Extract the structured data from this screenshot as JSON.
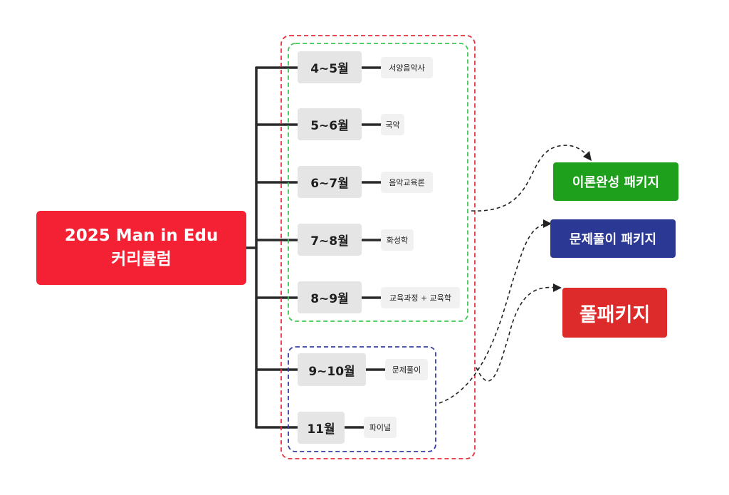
{
  "root": {
    "line1": "2025 Man in Edu",
    "line2": "커리큘럼"
  },
  "months": [
    {
      "label": "4~5월",
      "topic": "서양음악사"
    },
    {
      "label": "5~6월",
      "topic": "국악"
    },
    {
      "label": "6~7월",
      "topic": "음악교육론"
    },
    {
      "label": "7~8월",
      "topic": "화성학"
    },
    {
      "label": "8~9월",
      "topic": "교육과정 + 교육학"
    },
    {
      "label": "9~10월",
      "topic": "문제풀이"
    },
    {
      "label": "11월",
      "topic": "파이널"
    }
  ],
  "packages": [
    {
      "label": "이론완성 패키지",
      "color": "#1fa01c"
    },
    {
      "label": "문제풀이 패키지",
      "color": "#2b3994"
    },
    {
      "label": "풀패키지",
      "color": "#dd2b2b"
    }
  ],
  "colors": {
    "connector": "#2a2a2a",
    "outer_frame": "#e8313f",
    "theory_frame": "#3cc851",
    "problem_frame": "#343fa3"
  }
}
